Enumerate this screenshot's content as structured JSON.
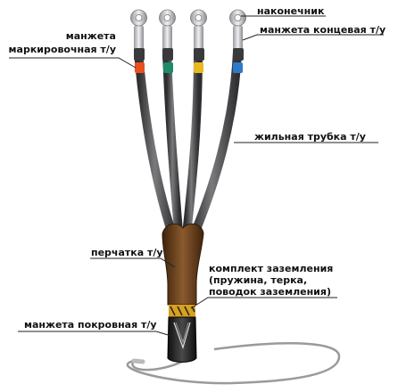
{
  "labels": {
    "nakonechnik": "наконечник",
    "manzheta_konc": "манжета концевая т/у",
    "manzheta_mark_line1": "манжета",
    "manzheta_mark_line2": "маркировочная т/у",
    "zhilnaya": "жильная трубка т/у",
    "perchatka": "перчатка т/у",
    "komplekt_line1": "комплект заземления",
    "komplekt_line2": "(пружина,  терка,",
    "komplekt_line3": "поводок заземления)",
    "manzheta_pokr": "манжета покровная т/у"
  },
  "colors": {
    "label_text": "#111111",
    "leader_line": "#222222",
    "tube": "#4a4a4c",
    "tube_highlight": "#7a7a7d",
    "glove": "#5a3618",
    "glove_highlight": "#8a5a2e",
    "lug": "#c8c8cc",
    "band_red": "#e8501e",
    "band_green": "#1e8a6a",
    "band_yellow": "#e8b820",
    "band_blue": "#2e7ac8",
    "cover_sleeve": "#1a1a1a"
  }
}
